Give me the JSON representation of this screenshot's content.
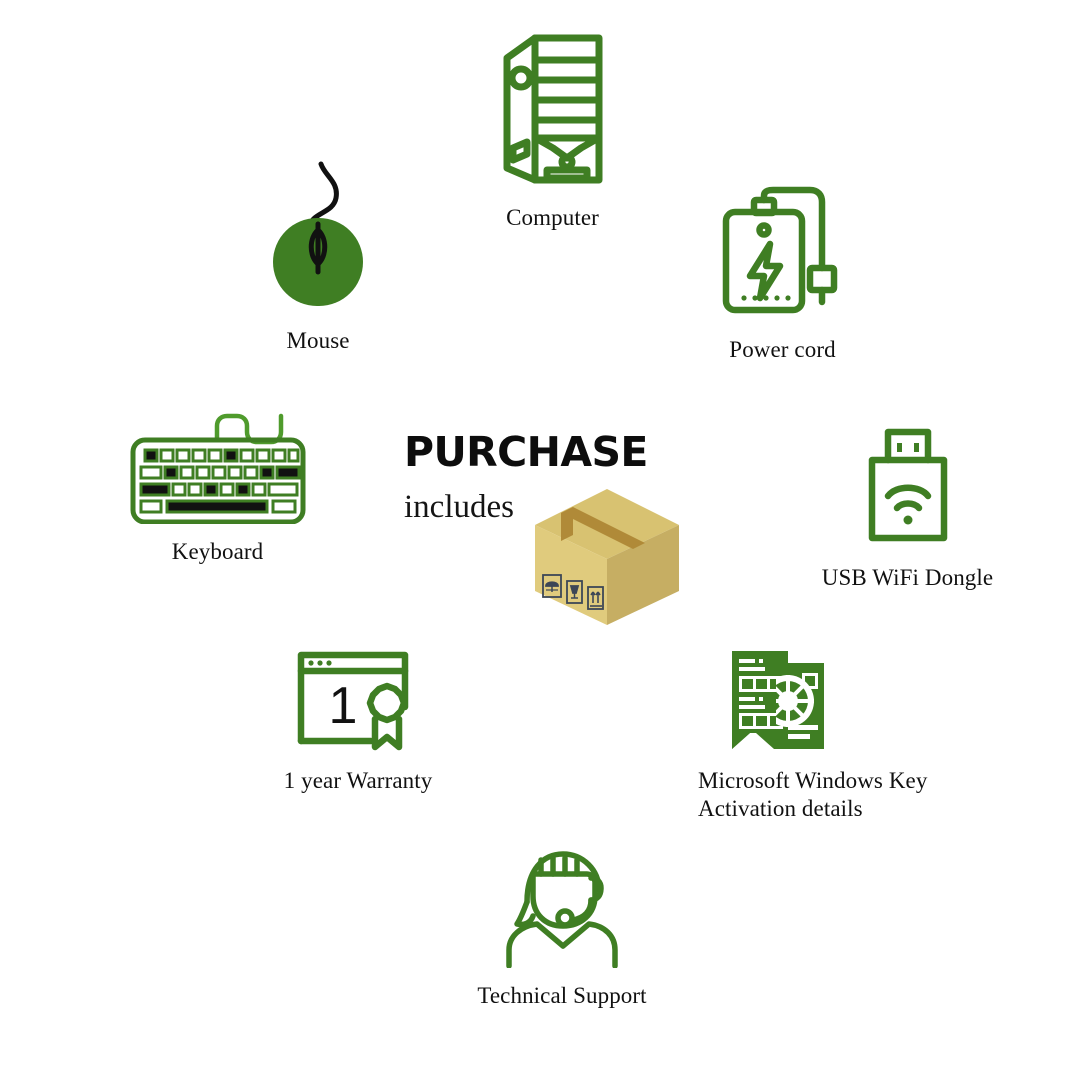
{
  "page": {
    "background": "#ffffff",
    "accent_green": "#3f7e23",
    "text_color": "#111111"
  },
  "headline": {
    "title": "PURCHASE",
    "subtitle": "includes"
  },
  "parcel": {
    "icon": "cardboard-box-icon",
    "colors": {
      "top": "#d8c271",
      "front": "#e0cb7d",
      "side": "#c6ae63",
      "tape": "#b08a38",
      "marks": "#3d4756"
    }
  },
  "items": [
    {
      "id": "computer",
      "label": "Computer",
      "icon": "computer-tower-icon"
    },
    {
      "id": "mouse",
      "label": "Mouse",
      "icon": "computer-mouse-icon"
    },
    {
      "id": "power",
      "label": "Power cord",
      "icon": "power-adapter-icon"
    },
    {
      "id": "keyboard",
      "label": "Keyboard",
      "icon": "keyboard-icon"
    },
    {
      "id": "usb",
      "label": "USB WiFi Dongle",
      "icon": "usb-wifi-dongle-icon"
    },
    {
      "id": "warranty",
      "label": "1 year Warranty",
      "icon": "warranty-certificate-icon",
      "badge_number": "1"
    },
    {
      "id": "winkey",
      "label": "Microsoft Windows Key\nActivation details",
      "icon": "windows-activation-documents-icon"
    },
    {
      "id": "support",
      "label": "Technical Support",
      "icon": "headset-agent-icon"
    }
  ]
}
